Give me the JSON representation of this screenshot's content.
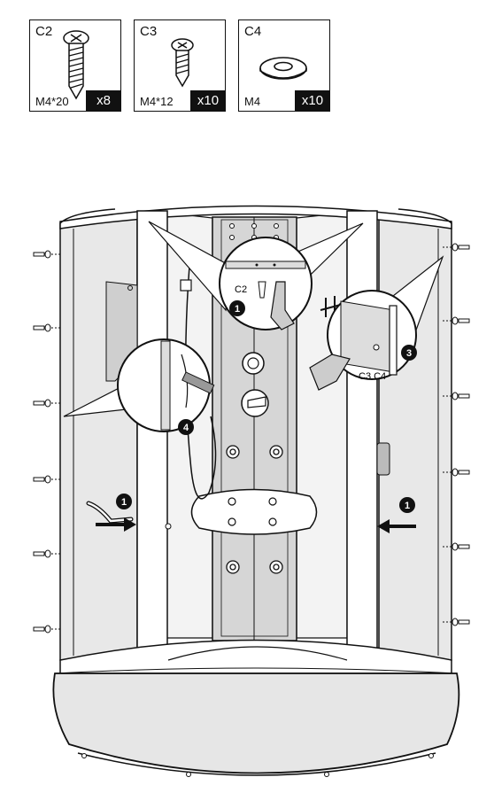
{
  "parts": [
    {
      "code": "C2",
      "size": "M4*20",
      "qty": "x8",
      "icon": "screw-long-icon"
    },
    {
      "code": "C3",
      "size": "M4*12",
      "qty": "x10",
      "icon": "screw-short-icon"
    },
    {
      "code": "C4",
      "size": "M4",
      "qty": "x10",
      "icon": "washer-icon"
    }
  ],
  "callouts": {
    "step1_label": "C2",
    "step1_number": "1",
    "step3_label": "C3 C4",
    "step3_number": "3",
    "step4_number": "4",
    "arrow_left_number": "1",
    "arrow_right_number": "1"
  }
}
